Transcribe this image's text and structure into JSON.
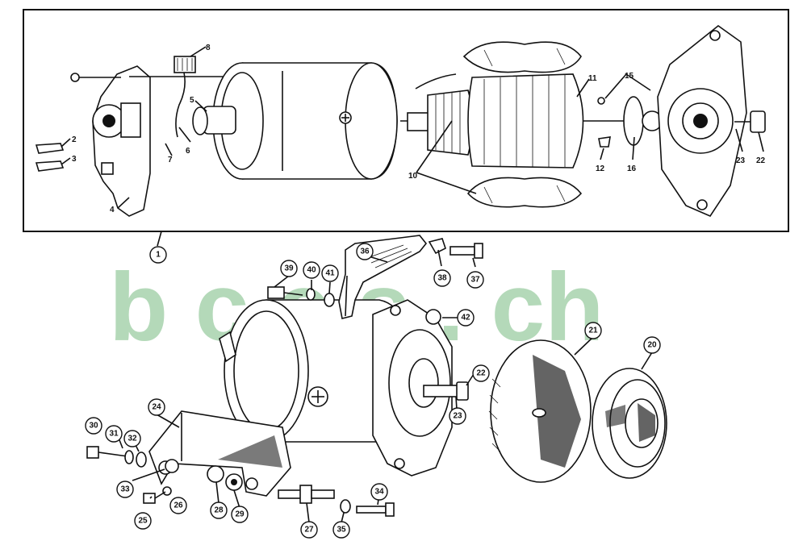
{
  "watermark": "b c c s . ch",
  "labels": [
    {
      "id": "1",
      "circled": true
    },
    {
      "id": "2",
      "circled": false
    },
    {
      "id": "3",
      "circled": false
    },
    {
      "id": "4",
      "circled": false
    },
    {
      "id": "5",
      "circled": false
    },
    {
      "id": "6",
      "circled": false
    },
    {
      "id": "7",
      "circled": false
    },
    {
      "id": "8",
      "circled": false
    },
    {
      "id": "10",
      "circled": false
    },
    {
      "id": "11",
      "circled": false
    },
    {
      "id": "12",
      "circled": false
    },
    {
      "id": "15",
      "circled": false
    },
    {
      "id": "16",
      "circled": false
    },
    {
      "id": "20",
      "circled": true
    },
    {
      "id": "21",
      "circled": true
    },
    {
      "id": "22",
      "circled": false
    },
    {
      "id": "23",
      "circled": false
    },
    {
      "id": "22b",
      "text": "22",
      "circled": true
    },
    {
      "id": "23b",
      "text": "23",
      "circled": true
    },
    {
      "id": "24",
      "circled": true
    },
    {
      "id": "25",
      "circled": true
    },
    {
      "id": "26",
      "circled": true
    },
    {
      "id": "27",
      "circled": true
    },
    {
      "id": "28",
      "circled": true
    },
    {
      "id": "29",
      "circled": true
    },
    {
      "id": "30",
      "circled": true
    },
    {
      "id": "31",
      "circled": true
    },
    {
      "id": "32",
      "circled": true
    },
    {
      "id": "33",
      "circled": true
    },
    {
      "id": "34",
      "circled": true
    },
    {
      "id": "35",
      "circled": true
    },
    {
      "id": "36",
      "circled": true
    },
    {
      "id": "37",
      "circled": true
    },
    {
      "id": "38",
      "circled": true
    },
    {
      "id": "39",
      "circled": true
    },
    {
      "id": "40",
      "circled": true
    },
    {
      "id": "41",
      "circled": true
    },
    {
      "id": "42",
      "circled": true
    }
  ],
  "colors": {
    "ink": "#111111",
    "watermark": "#a7d3ad",
    "background": "#ffffff"
  }
}
